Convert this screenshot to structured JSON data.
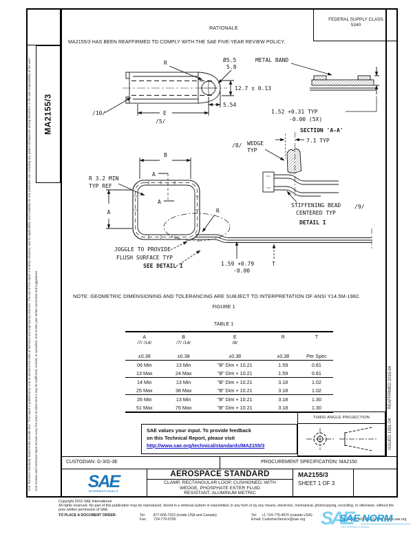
{
  "doc": {
    "number_vertical": "MA2155/3",
    "fsc_line1": "FEDERAL SUPPLY CLASS",
    "fsc_line2": "5340",
    "rationale_heading": "RATIONALE",
    "rationale_text": "MA2155/3 HAS BEEN REAFFIRMED TO COMPLY WITH THE SAE FIVE-YEAR REVIEW POLICY.",
    "disclaimer_1": "SAE Technical Standards Board Rules provide that: \"This report is published by SAE to advance the state of technical and engineering sciences. The use of this report is entirely voluntary, and its applicability and suitability for any particular use, including any patent infringement arising therefrom, is the sole responsibility of the user.\"",
    "disclaimer_2": "SAE reviews each technical report at least every five years at which time it may be reaffirmed, revised, or cancelled. SAE invites your written comments and suggestions.",
    "issued_line": "ISSUED 1991-04        REAFFIRMED 2015-04"
  },
  "drawing": {
    "note": "NOTE:  GEOMETRIC DIMENSIONING AND TOLERANCING ARE SUBJECT TO INTERPRETATION OF ANSI Y14.5M-1982.",
    "figure_caption": "FIGURE 1",
    "labels": {
      "r_top": "R",
      "dia_num": "Ø5.5",
      "dia_den": "5.8",
      "metal_band": "METAL BAND",
      "dim_12_7": "12.7 ± 0.13",
      "dim_5_54": "5.54",
      "dim_e": "E",
      "flag_5": "/5/",
      "flag_10": "/10/",
      "dim_1_52_a": "1.52 +0.31 TYP",
      "dim_1_52_b": "-0.00 (5X)",
      "section_aa": "SECTION 'A-A'",
      "flag_8": "/8/",
      "wedge_a": "WEDGE",
      "wedge_b": "TYP",
      "dim_7_1": "7.1 TYP",
      "bead_a": "STIFFENING BEAD",
      "bead_b": "CENTERED TYP",
      "flag_9": "/9/",
      "detail_i": "DETAIL I",
      "dim_b": "B",
      "dim_a": "A",
      "sec_mark_top": "A",
      "sec_mark_bottom": "A",
      "radius_ref_a": "R 3.2 MIN",
      "radius_ref_b": "TYP REF",
      "r_right": "R",
      "joggle_a": "JOGGLE TO PROVIDE",
      "joggle_b": "FLUSH SURFACE TYP",
      "see_detail": "SEE DETAIL I",
      "dim_1_59_a": "1.59 +0.79",
      "dim_1_59_b": "-0.00",
      "dim_t": "T"
    }
  },
  "table": {
    "caption": "TABLE 1",
    "headers": [
      "A",
      "B",
      "E",
      "R",
      "T"
    ],
    "flags": [
      "/7/ /14/",
      "/7/ /14/",
      "/8/",
      "",
      ""
    ],
    "tolerances": [
      "±0.38",
      "±0.38",
      "±0.38",
      "±0.38",
      "Per Spec"
    ],
    "rows": [
      [
        "06 Min",
        "13 Min",
        "\"B\" Dim + 10.21",
        "1.59",
        "0.81"
      ],
      [
        "13 Max",
        "24 Max",
        "\"B\" Dim + 10.21",
        "1.59",
        "0.81"
      ],
      [
        "14 Min",
        "13 Min",
        "\"B\" Dim + 10.21",
        "3.18",
        "1.02"
      ],
      [
        "25 Max",
        "38 Max",
        "\"B\" Dim + 10.21",
        "3.18",
        "1.02"
      ],
      [
        "26 Min",
        "13 Min",
        "\"B\" Dim + 10.21",
        "3.18",
        "1.30"
      ],
      [
        "51 Max",
        "76 Max",
        "\"B\" Dim + 10.21",
        "3.18",
        "1.30"
      ]
    ]
  },
  "feedback": {
    "line1": "SAE values your input. To provide feedback",
    "line2": "on this Technical Report, please visit",
    "url": "http://www.sae.org/technical/standards/MA2155/3"
  },
  "projection": {
    "label": "THIRD ANGLE PROJECTION"
  },
  "title_block": {
    "custodian": "CUSTODIAN: G-3/G-3E",
    "procurement": "PROCUREMENT SPECIFICATION: MA2150",
    "logo_text": "SAE",
    "logo_sub": "INTERNATIONAL®",
    "standard_type": "AEROSPACE STANDARD",
    "title_line1": "CLAMP, RECTANGULAR LOOP, CUSHIONED, WITH",
    "title_line2": "WEDGE, PHOSPHATE ESTER FLUID",
    "title_line3": "RESISTANT, ALUMINUM  METRIC",
    "doc_number": "MA2155/3",
    "sheet": "SHEET 1 OF 3"
  },
  "footer": {
    "copyright": "Copyright 2015 SAE International",
    "rights": "All rights reserved. No part of this publication may be reproduced, stored in a retrieval system or transmitted, in any form or by any means, electronic, mechanical, photocopying, recording, or otherwise, without the prior written permission of SAE.",
    "order_label": "TO PLACE A DOCUMENT ORDER:",
    "tel_inside": "Tel:        877-606-7323 (inside USA and Canada)",
    "tel_outside": "Tel:     +1 724-776-4970 (outside USA)",
    "fax": "Fax:       724-776-0790",
    "email": "Email: CustomerService@sae.org",
    "web": "SAE WEB ADDRESS: http://www.sae.org"
  },
  "watermark": {
    "big": "SAE",
    "main": "SAE NORM",
    "sub": "INTERNATIONAL"
  }
}
